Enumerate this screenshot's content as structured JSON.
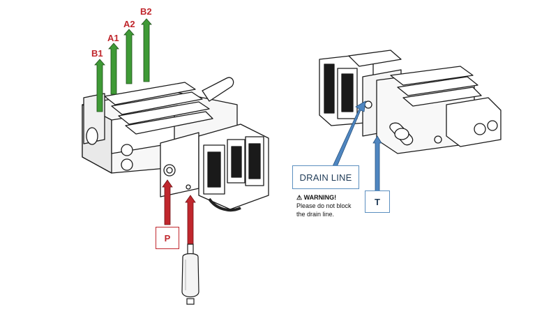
{
  "ports": {
    "b1": "B1",
    "a1": "A1",
    "a2": "A2",
    "b2": "B2",
    "p": "P",
    "t": "T"
  },
  "drain_line": {
    "label": "DRAIN LINE",
    "warning_icon": "warning-triangle-icon",
    "warning_title": "WARNING!",
    "warning_text_line1": "Please do not block",
    "warning_text_line2": "the drain line."
  },
  "colors": {
    "work_port_arrow": "#3f9a36",
    "pressure_arrow": "#c0272d",
    "drain_arrow": "#4f86c0",
    "label_red": "#c0272d"
  }
}
